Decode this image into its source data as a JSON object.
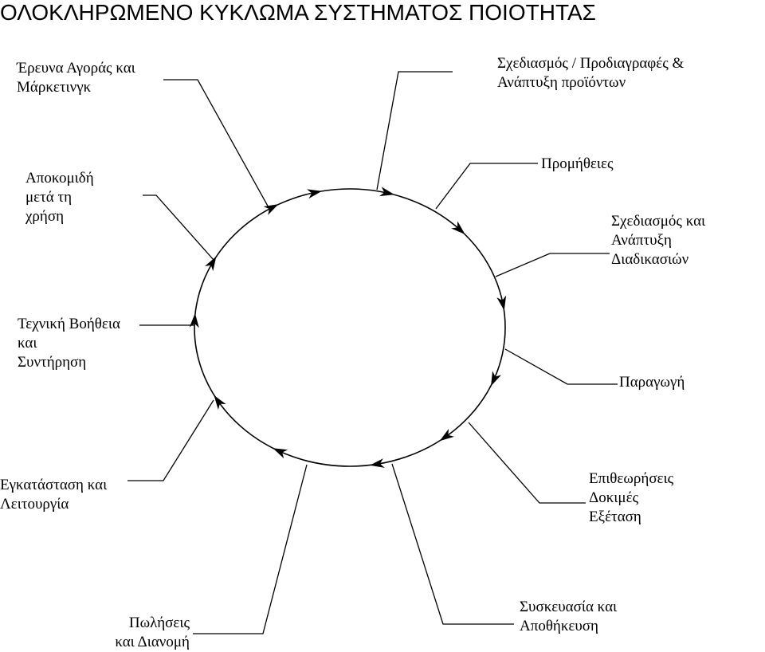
{
  "title": "ΟΛΟΚΛΗΡΩΜΕΝΟ ΚΥΚΛΩΜΑ ΣΥΣΤΗΜΑΤΟΣ ΠΟΙΟΤΗΤΑΣ",
  "stages": {
    "market_research": [
      "Έρευνα Αγοράς και",
      "Μάρκετινγκ"
    ],
    "product_design": [
      "Σχεδιασμός / Προδιαγραφές &",
      "Ανάπτυξη προϊόντων"
    ],
    "procurement": [
      "Προμήθειες"
    ],
    "process_design": [
      "Σχεδιασμός και",
      "Ανάπτυξη",
      "Διαδικασιών"
    ],
    "production": [
      "Παραγωγή"
    ],
    "inspection": [
      "Επιθεωρήσεις",
      "Δοκιμές",
      "Εξέταση"
    ],
    "packaging": [
      "Συσκευασία και",
      "Αποθήκευση"
    ],
    "sales": [
      "Πωλήσεις",
      "και Διανομή"
    ],
    "installation": [
      "Εγκατάσταση και",
      "Λειτουργία"
    ],
    "technical_support": [
      "Τεχνική Βοήθεια",
      "και",
      "Συντήρηση"
    ],
    "disposal": [
      "Αποκομιδή",
      "μετά τη",
      "χρήση"
    ]
  },
  "cycle_direction": "clockwise"
}
